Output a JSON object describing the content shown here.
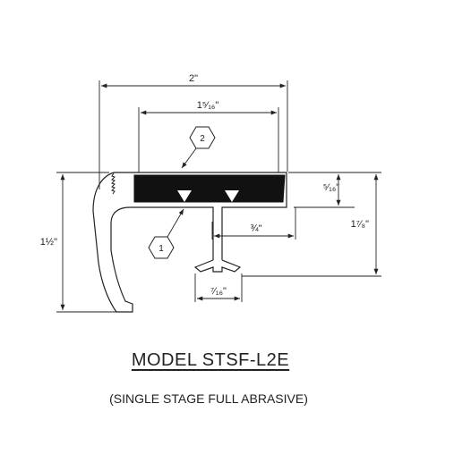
{
  "dimensions": {
    "overall_width": "2\"",
    "insert_width": "1⁵⁄₁₆\"",
    "insert_thickness": "⁵⁄₁₆\"",
    "anchor_offset": "¾\"",
    "anchor_depth": "1⁷⁄₈\"",
    "total_height": "1½\"",
    "anchor_width": "⁷⁄₁₆\""
  },
  "callouts": [
    "2",
    "1"
  ],
  "title": "MODEL STSF-L2E",
  "subtitle": "(SINGLE STAGE FULL ABRASIVE)"
}
